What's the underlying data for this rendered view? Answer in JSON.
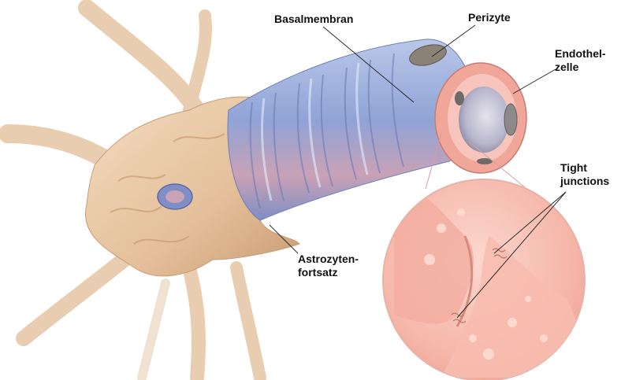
{
  "labels": {
    "basalmembran": "Basalmembran",
    "perizyte": "Perizyte",
    "endothelzelle_line1": "Endothel-",
    "endothelzelle_line2": "zelle",
    "tight_line1": "Tight",
    "tight_line2": "junctions",
    "astro_line1": "Astrozyten-",
    "astro_line2": "fortsatz"
  },
  "colors": {
    "background": "#ffffff",
    "astrocyte": "#e9c9a6",
    "astrocyte_shadow": "#c99c74",
    "basement_membrane": "#8fa6d6",
    "endothelium": "#f2a79a",
    "lumen": "#bfc2d6",
    "pericyte": "#8a8276",
    "leader_line": "#2a2a2a"
  }
}
